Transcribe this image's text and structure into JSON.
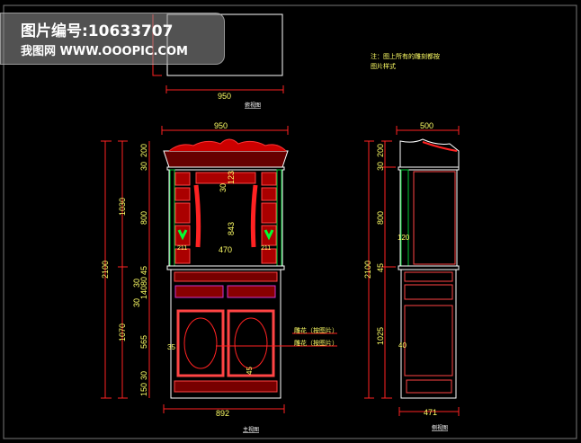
{
  "watermark": {
    "line1": "图片编号:10633707",
    "line2": "我图网  WWW.OOOPIC.COM"
  },
  "note": {
    "line1": "注：图上所有的雕刻都按",
    "line2": "图片样式"
  },
  "views": {
    "top": {
      "title": "俯视图",
      "width": "950"
    },
    "front": {
      "title": "主视图",
      "width_top": "950",
      "width_bottom": "892",
      "overall": "2100",
      "upper": "1030",
      "lower": "1070",
      "segments": [
        "200",
        "30",
        "800",
        "45",
        "80",
        "30",
        "140",
        "30",
        "565",
        "30",
        "150"
      ],
      "inner": {
        "opening_width": "470",
        "opening_height": "843",
        "arch": "123",
        "arch2": "30",
        "post_l": "211",
        "post_r": "211",
        "side": "35",
        "rail": "45"
      },
      "callouts": [
        "雕花（按图片）",
        "雕花（按图片）"
      ]
    },
    "side": {
      "title": "侧视图",
      "width_top": "500",
      "width_bottom": "471",
      "overall": "2100",
      "segments": [
        "200",
        "30",
        "800",
        "45",
        "1025"
      ],
      "post": "120",
      "leg": "40"
    }
  },
  "colors": {
    "background": "#000000",
    "outline": "#ffffff",
    "carving": "#ff0000",
    "dimension": "#ff2020",
    "text": "#ffff66",
    "column": "#00cc33",
    "drawer": "#cc33cc"
  }
}
